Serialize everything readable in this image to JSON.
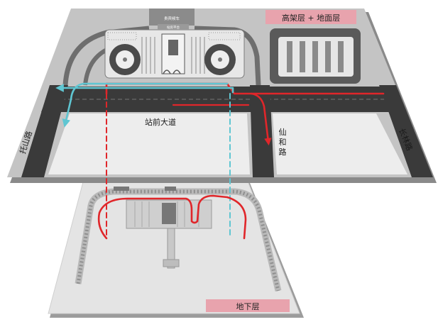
{
  "labels": {
    "upper_tag": "高架层 + 地面层",
    "lower_tag": "地下层",
    "road_main": "站前大道",
    "road_left": "托山路",
    "road_mid": "仙和路",
    "road_right": "长林路",
    "building_top": "贵宾候车",
    "terminal_top": "站房平台"
  },
  "colors": {
    "plate_upper": "#bdbdbd",
    "plate_lower": "#dcdcdc",
    "road": "#3c3c3c",
    "road_light": "#5a5a5a",
    "block": "#e9e9e9",
    "route_red": "#e0262a",
    "route_cyan": "#5fc6d2",
    "tag_bg": "#e8a3ad"
  }
}
